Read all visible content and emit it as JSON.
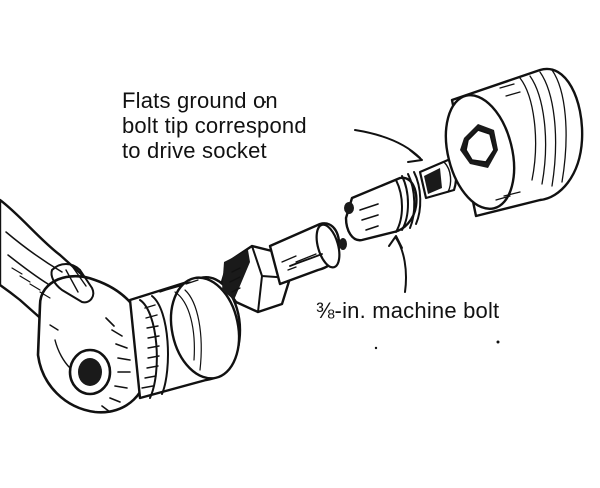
{
  "labels": {
    "flats_line1": "Flats ground on",
    "flats_line2": "bolt tip correspond",
    "flats_line3": "to drive socket",
    "bolt": "⅜-in. machine bolt"
  }
}
